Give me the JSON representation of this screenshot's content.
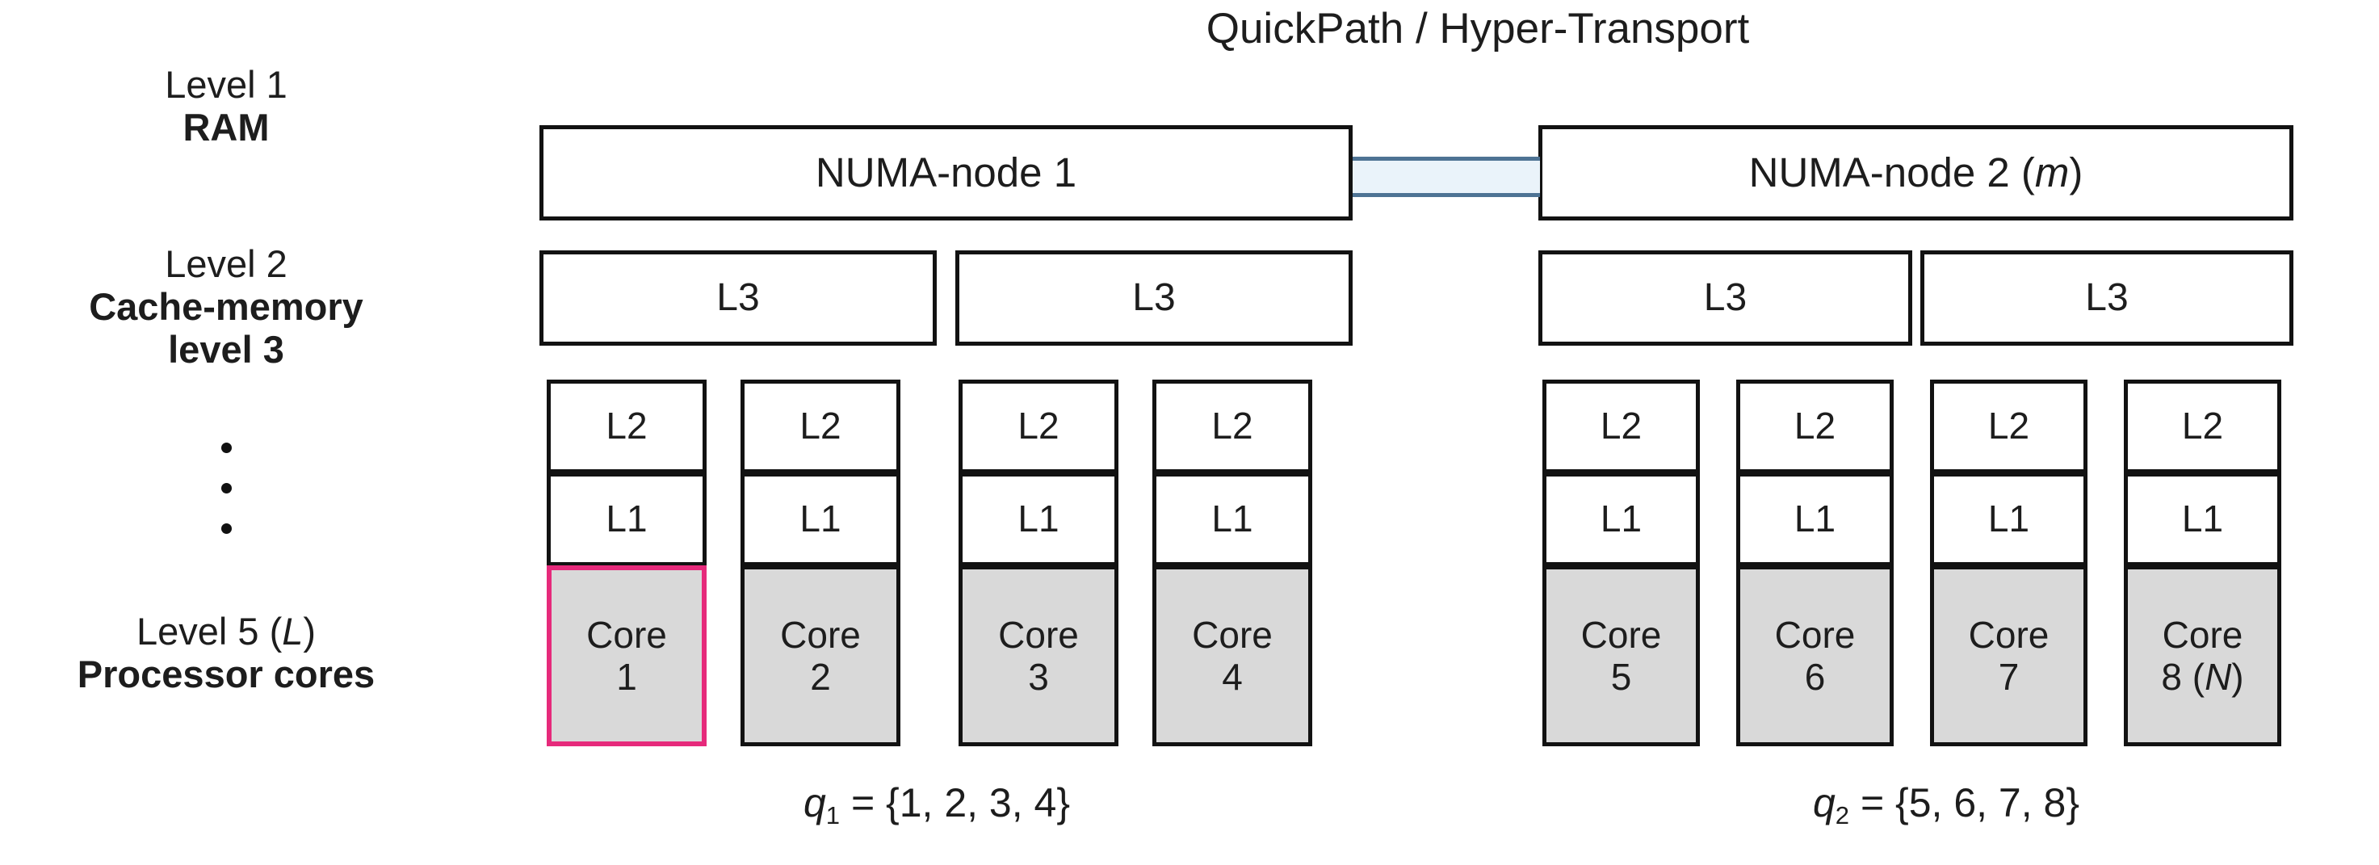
{
  "diagram": {
    "title": "QuickPath / Hyper-Transport",
    "levels": [
      {
        "line1": "Level 1",
        "line2": "RAM"
      },
      {
        "line1": "Level 2",
        "line2": "Cache-memory",
        "line3": "level 3"
      },
      {
        "line1": "Level 5 (L)",
        "line2": "Processor cores",
        "italic_part": "L"
      }
    ],
    "ellipsis_dots": 3,
    "nodes": [
      {
        "label": "NUMA-node 1",
        "suffix": ""
      },
      {
        "label": "NUMA-node 2",
        "suffix": "(m)"
      }
    ],
    "l3_label": "L3",
    "l3_count_per_node": 2,
    "l2_label": "L2",
    "l1_label": "L1",
    "cores": [
      {
        "name": "Core",
        "number": "1",
        "suffix": "",
        "highlighted": true
      },
      {
        "name": "Core",
        "number": "2",
        "suffix": "",
        "highlighted": false
      },
      {
        "name": "Core",
        "number": "3",
        "suffix": "",
        "highlighted": false
      },
      {
        "name": "Core",
        "number": "4",
        "suffix": "",
        "highlighted": false
      },
      {
        "name": "Core",
        "number": "5",
        "suffix": "",
        "highlighted": false
      },
      {
        "name": "Core",
        "number": "6",
        "suffix": "",
        "highlighted": false
      },
      {
        "name": "Core",
        "number": "7",
        "suffix": "",
        "highlighted": false
      },
      {
        "name": "Core",
        "number": "8",
        "suffix": "(N)",
        "highlighted": false
      }
    ],
    "queues": [
      {
        "symbol": "q",
        "subscript": "1",
        "equals": "=",
        "set": "{1, 2, 3, 4}"
      },
      {
        "symbol": "q",
        "subscript": "2",
        "equals": "=",
        "set": "{5, 6, 7, 8}"
      }
    ],
    "colors": {
      "highlight": "#e62a7b",
      "core_fill": "#d9d9d9",
      "box_stroke": "#121212",
      "link": "#4e7394",
      "link_band": "#eaf3fa",
      "background": "#ffffff"
    }
  }
}
